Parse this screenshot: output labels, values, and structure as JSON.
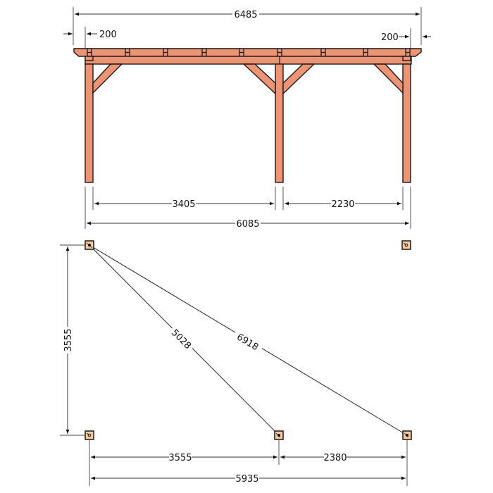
{
  "colors": {
    "wood": "#ec9474",
    "outline": "#1a1a1a",
    "post_foot": "#f7c9a0",
    "dimension": "#333333",
    "background": "#ffffff"
  },
  "elevation": {
    "overall_width": "6485",
    "overhang_left": "200",
    "overhang_right": "200",
    "span_left": "3405",
    "span_right": "2230",
    "post_total": "6085"
  },
  "plan": {
    "depth": "3555",
    "diagonal_short": "5028",
    "diagonal_long": "6918",
    "bottom_span_left": "3555",
    "bottom_span_right": "2380",
    "bottom_total": "5935"
  },
  "icons": {
    "arrowhead": "arrowhead-icon",
    "post_foot": "post-foot-icon"
  }
}
